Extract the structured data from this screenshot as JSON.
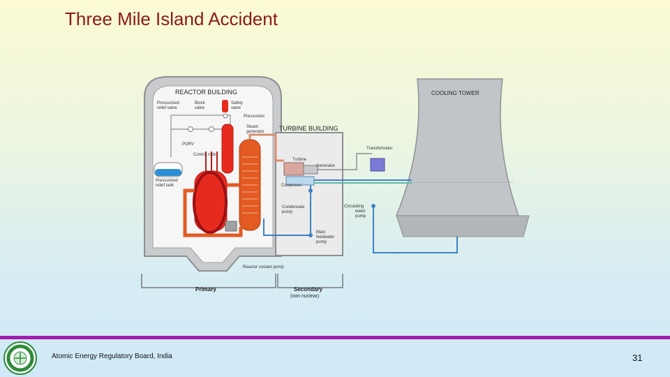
{
  "slide": {
    "title": "Three Mile Island Accident",
    "footer": "Atomic Energy Regulatory Board, India",
    "page_number": "31"
  },
  "diagram": {
    "reactor_building": "REACTOR BUILDING",
    "turbine_building": "TURBINE BUILDING",
    "cooling_tower": "COOLING TOWER",
    "pressurized_relief_valve_1": "Pressurized",
    "pressurized_relief_valve_2": "relief valve",
    "block_valve_1": "Block",
    "block_valve_2": "valve",
    "safety_valve_1": "Safety",
    "safety_valve_2": "valve",
    "pressurizer": "Pressurizer",
    "steam_generator_1": "Steam",
    "steam_generator_2": "generator",
    "porv": "PORV",
    "control_rods": "Control rods",
    "pressurized_relief_tank_1": "Pressurized",
    "pressurized_relief_tank_2": "relief tank",
    "turbine": "Turbine",
    "generator": "Generator",
    "transformator": "Transformator",
    "condenser": "Condenser",
    "condensate_pump_1": "Condensate",
    "condensate_pump_2": "pump",
    "circulating_water_pump_1": "Circulating",
    "circulating_water_pump_2": "water",
    "circulating_water_pump_3": "pump",
    "main_feedwater_pump_1": "Main",
    "main_feedwater_pump_2": "feedwater",
    "main_feedwater_pump_3": "pump",
    "reactor_coolant_pump": "Reactor coolant pump",
    "primary": "Primary",
    "secondary_1": "Secondary",
    "secondary_2": "(non nuclear)"
  },
  "colors": {
    "title": "#8b1a1a",
    "footer_bar": "#a21caf",
    "reactor_red": "#e62b1e",
    "highlight_ring": "#9b1116",
    "secondary_blue": "#3b82c4"
  }
}
